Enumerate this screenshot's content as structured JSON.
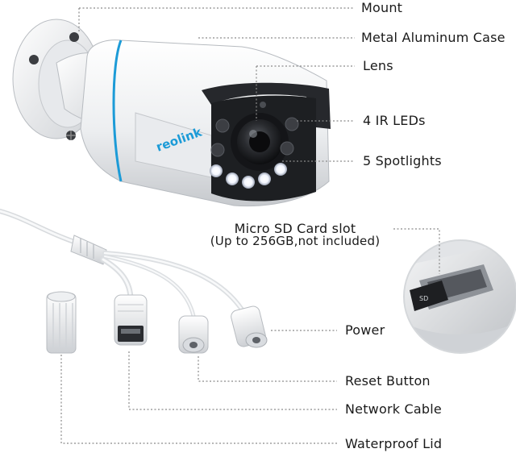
{
  "labels": {
    "mount": "Mount",
    "case": "Metal Aluminum Case",
    "lens": "Lens",
    "ir": "4 IR LEDs",
    "spot": "5 Spotlights",
    "sd_line1": "Micro SD Card slot",
    "sd_line2": "(Up to 256GB,not included)",
    "power": "Power",
    "reset": "Reset Button",
    "network": "Network Cable",
    "lid": "Waterproof Lid"
  },
  "brand": "reolink",
  "sd_card_text": "SD",
  "colors": {
    "body": "#f2f3f4",
    "shade": "#c9ccd0",
    "dark": "#1d1f22",
    "accent": "#1c9bd7",
    "leader": "#8a8a8a",
    "text": "#1a1a1a"
  }
}
